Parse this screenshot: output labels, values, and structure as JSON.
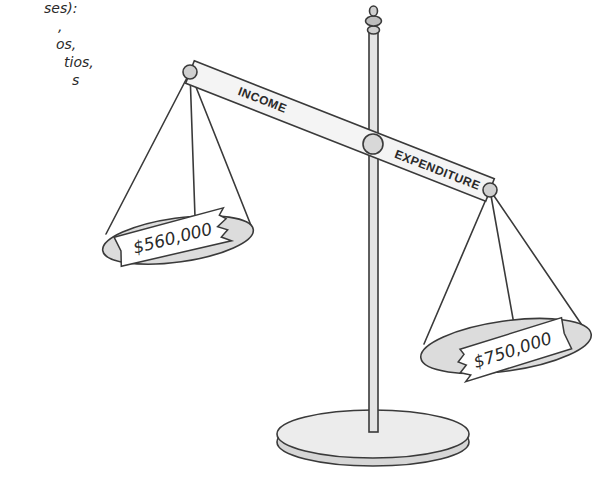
{
  "diagram": {
    "nodes": [
      {
        "text": [
          "$560,000"
        ]
      },
      {
        "text": [
          "$750,000"
        ]
      }
    ],
    "labels": [
      "ses):",
      ",",
      "os,",
      "tios,",
      "s",
      "INCOME",
      "EXPENDITURE"
    ]
  }
}
